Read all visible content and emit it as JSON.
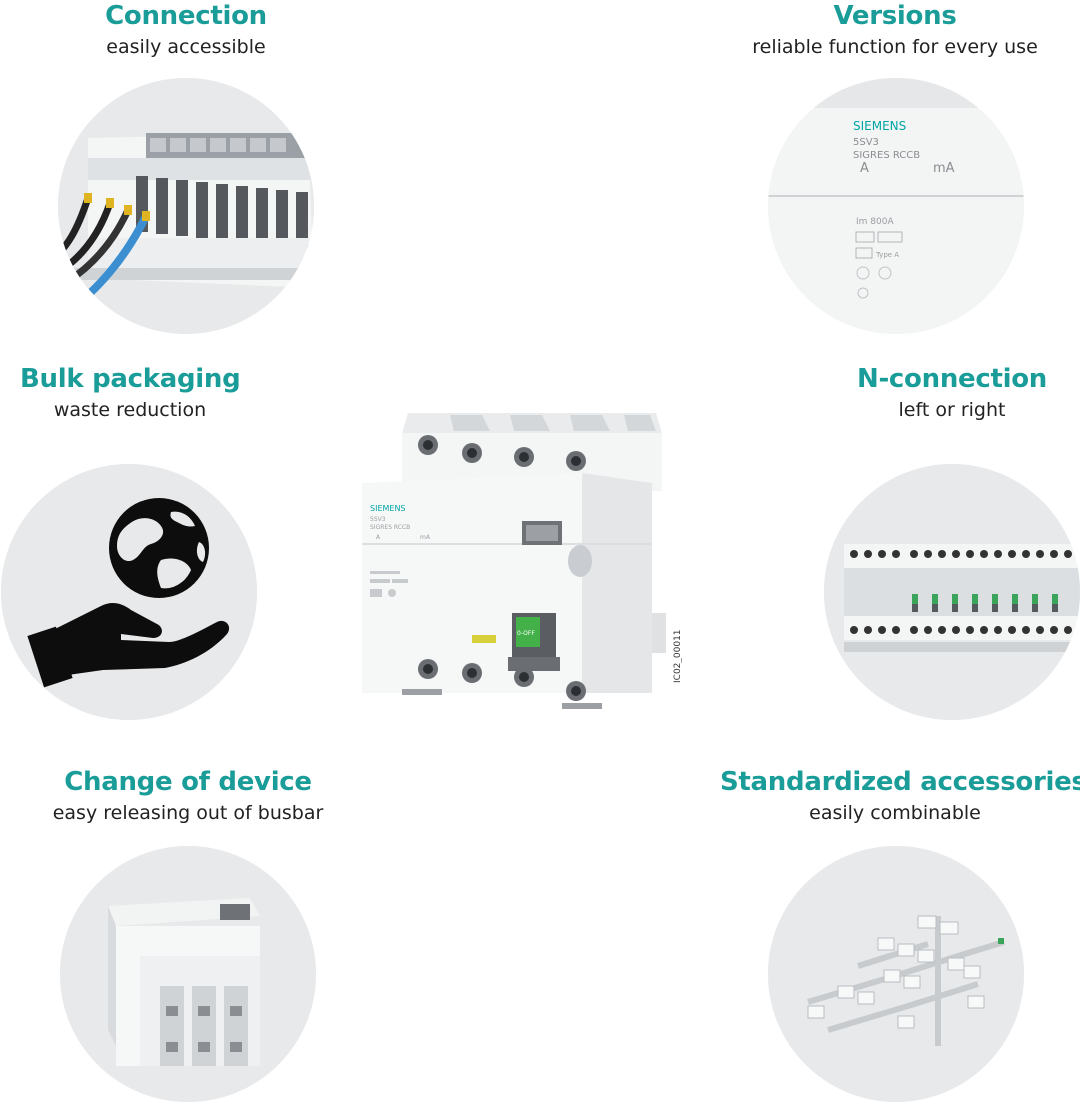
{
  "features": [
    {
      "id": "connection",
      "title": "Connection",
      "subtitle": "easily accessible"
    },
    {
      "id": "versions",
      "title": "Versions",
      "subtitle": "reliable function for every use"
    },
    {
      "id": "bulk",
      "title": "Bulk packaging",
      "subtitle": "waste reduction"
    },
    {
      "id": "nconnection",
      "title": "N-connection",
      "subtitle": "left or right"
    },
    {
      "id": "change",
      "title": "Change of device",
      "subtitle": "easy releasing out of busbar"
    },
    {
      "id": "accessories",
      "title": "Standardized accessories",
      "subtitle": "easily combinable"
    }
  ],
  "product": {
    "brand": "SIEMENS",
    "model": "5SV3",
    "series": "SIGRES RCCB",
    "ampere_unit": "A",
    "milliamp_unit": "mA",
    "switch_label": "0-OFF",
    "image_code": "IC02_00011"
  },
  "versions_label": {
    "brand": "SIEMENS",
    "model": "5SV3",
    "series": "SIGRES RCCB",
    "rating": "Im 800A",
    "type": "Type A"
  },
  "colors": {
    "accent": "#1a9c98",
    "text": "#222222",
    "circle_bg": "#e8e9eb",
    "siemens_teal": "#00a6a6"
  },
  "icons": {
    "bulk_packaging": "globe-in-hand-icon"
  }
}
